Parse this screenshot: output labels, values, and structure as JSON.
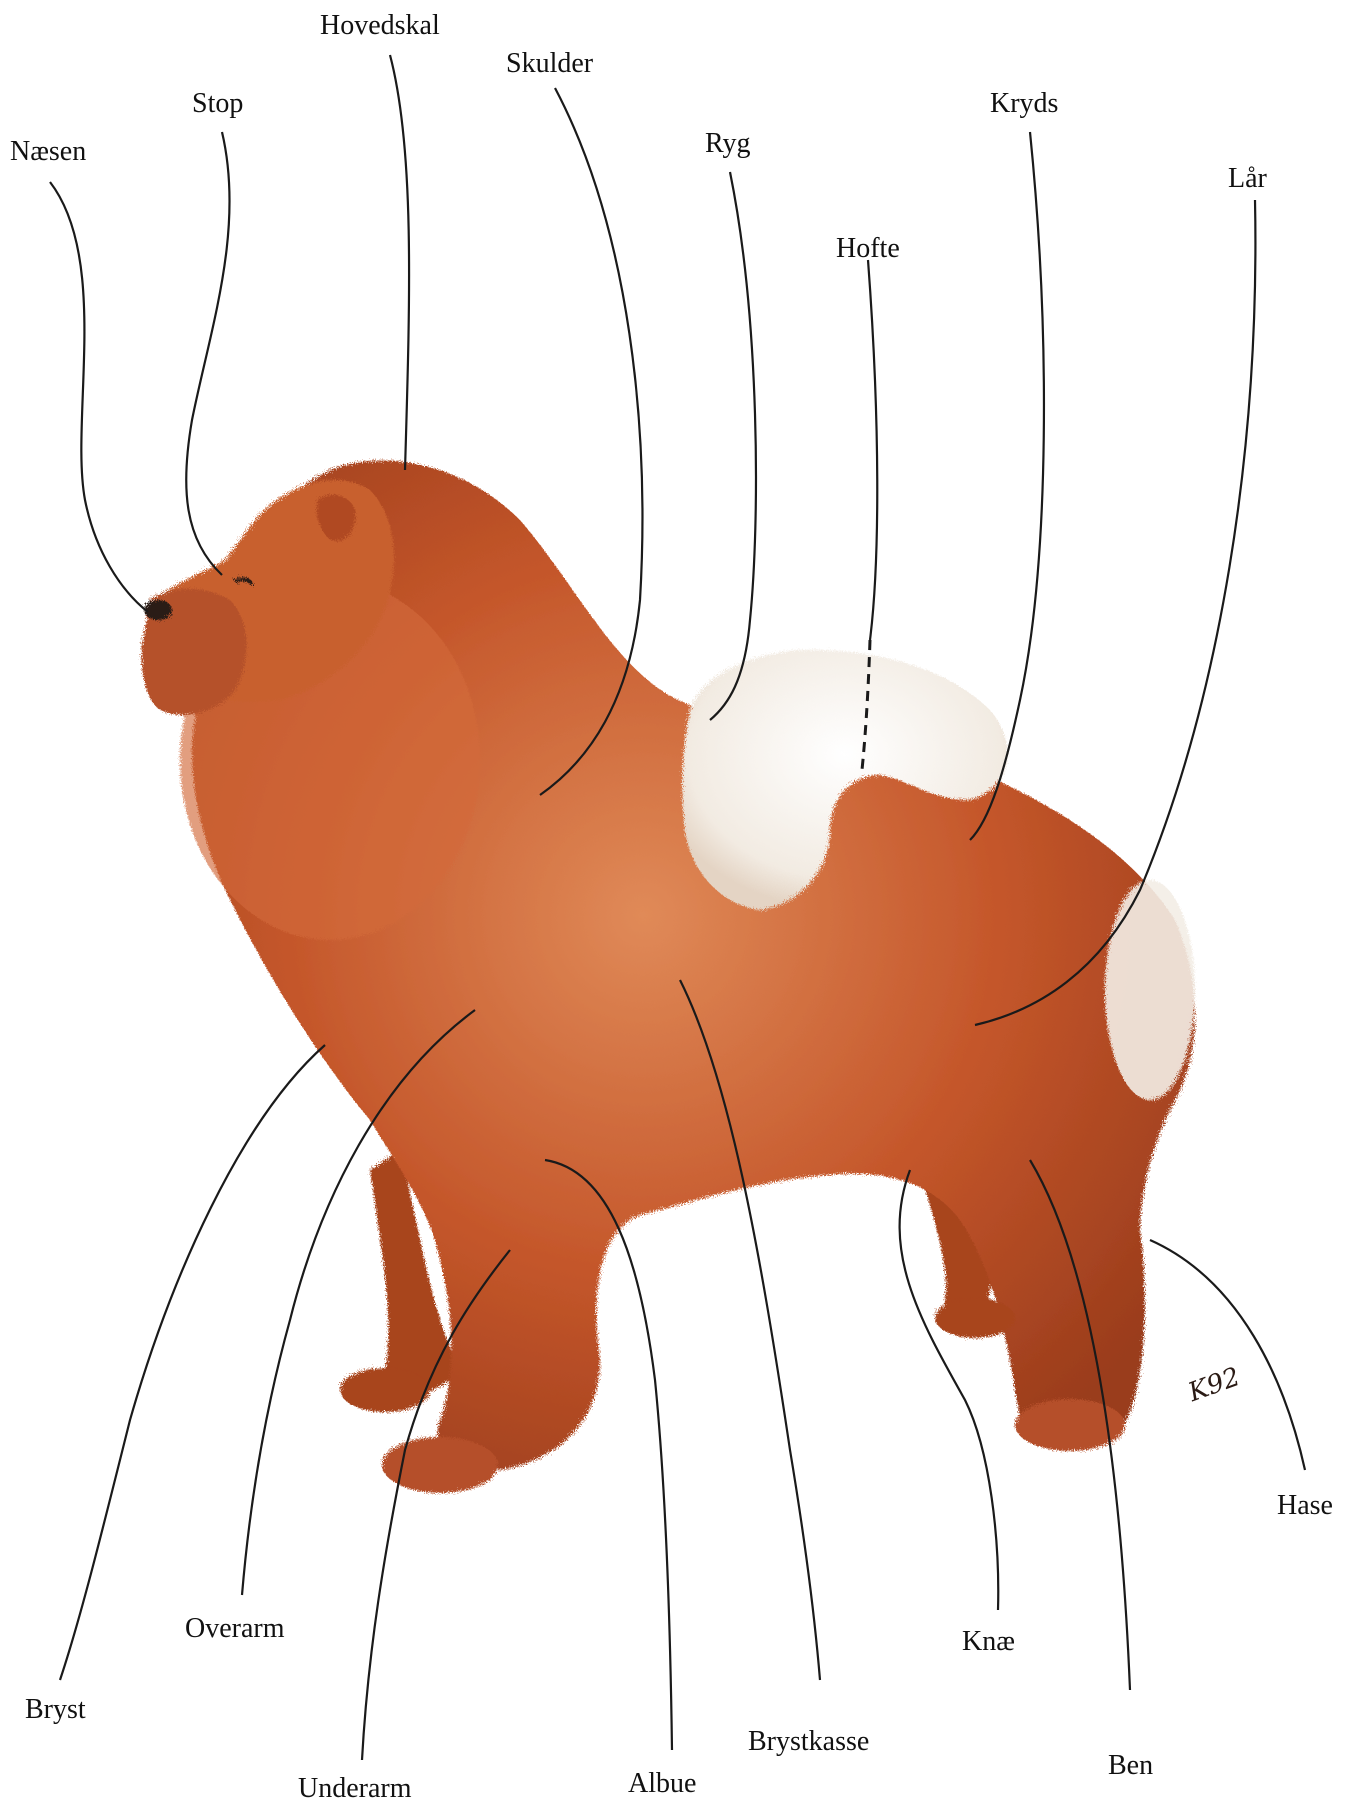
{
  "diagram": {
    "subject": "dog-anatomy",
    "labels": {
      "naesen": "Næsen",
      "stop": "Stop",
      "hovedskal": "Hovedskal",
      "skulder": "Skulder",
      "ryg": "Ryg",
      "hofte": "Hofte",
      "kryds": "Kryds",
      "laar": "Lår",
      "hase": "Hase",
      "ben": "Ben",
      "knae": "Knæ",
      "brystkasse": "Brystkasse",
      "albue": "Albue",
      "underarm": "Underarm",
      "overarm": "Overarm",
      "bryst": "Bryst"
    },
    "signature": "K92",
    "colors": {
      "fur": "#c4562a",
      "fur_dark": "#8e3518",
      "fur_light": "#e0875a",
      "tail": "#f6f1ea",
      "line": "#1a1a1a"
    }
  }
}
